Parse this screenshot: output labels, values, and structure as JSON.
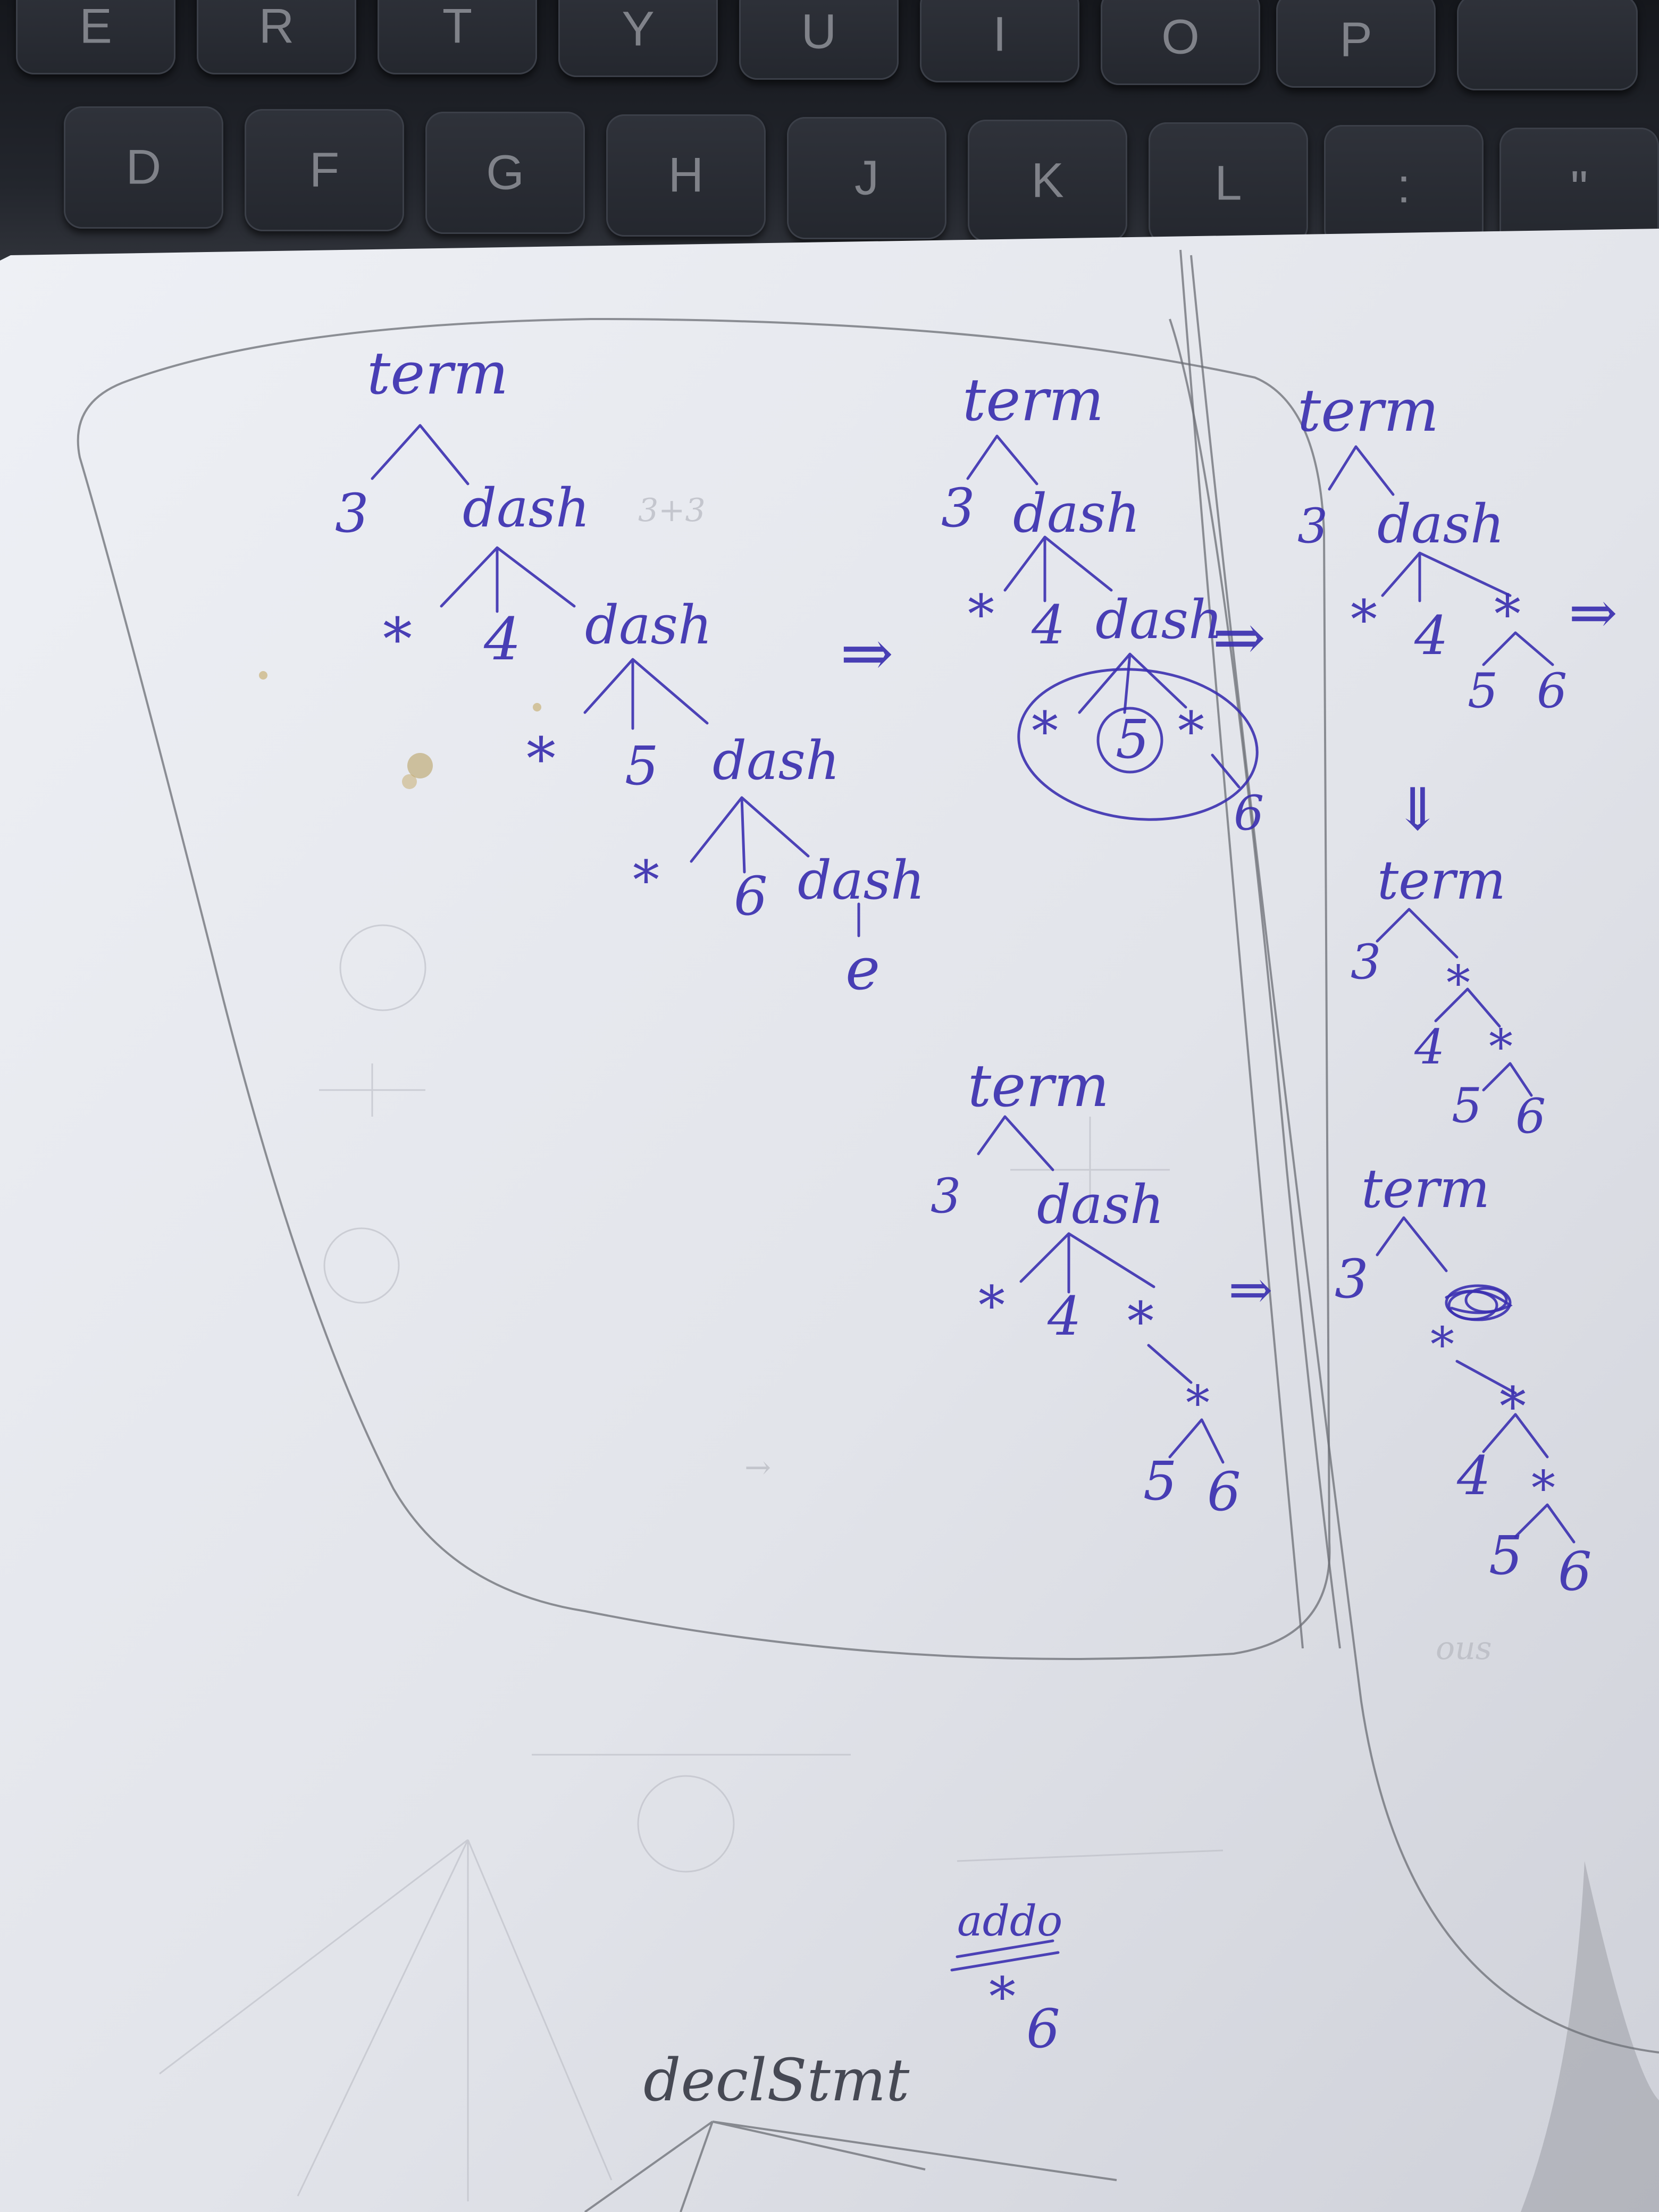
{
  "keyboard": {
    "top_row": [
      "E",
      "R",
      "T",
      "Y",
      "U",
      "I",
      "O",
      "P",
      ""
    ],
    "home_row": [
      "D",
      "F",
      "G",
      "H",
      "J",
      "K",
      "L",
      ":",
      "\""
    ]
  },
  "notes": {
    "tree1": {
      "root": "term",
      "n3": "3",
      "dash1": "dash",
      "star1": "*",
      "n4": "4",
      "dash2": "dash",
      "star2": "*",
      "n5": "5",
      "dash3": "dash",
      "star3": "*",
      "n6": "6",
      "dash4": "dash",
      "eps": "e"
    },
    "arrow1": "⇒",
    "tree2": {
      "root": "term",
      "n3": "3",
      "dash1": "dash",
      "star1": "*",
      "n4": "4",
      "dash2": "dash",
      "star2": "*",
      "n5": "5",
      "star3": "*",
      "n6": "6"
    },
    "arrow2": "⇒",
    "tree3": {
      "root": "term",
      "n3": "3",
      "dash1": "dash",
      "star1": "*",
      "n4": "4",
      "star2": "*",
      "n5": "5",
      "n6": "6"
    },
    "arrow3": "⇒",
    "arrow_down": "⇓",
    "tree4": {
      "root": "term",
      "n3": "3",
      "star1": "*",
      "n4": "4",
      "star2": "*",
      "n5": "5",
      "n6": "6"
    },
    "tree5": {
      "root": "term",
      "n3": "3",
      "dash1": "dash",
      "star1": "*",
      "n4": "4",
      "star2": "*",
      "star3": "*",
      "n5": "5",
      "n6": "6"
    },
    "arrow4": "⇒",
    "tree6": {
      "root": "term",
      "n3": "3",
      "star1": "*",
      "star2": "*",
      "n4": "4",
      "star3": "*",
      "n5": "5",
      "n6": "6"
    },
    "side_note": {
      "word": "addo",
      "star": "*",
      "n6": "6"
    },
    "bottom_word": "declStmt"
  }
}
